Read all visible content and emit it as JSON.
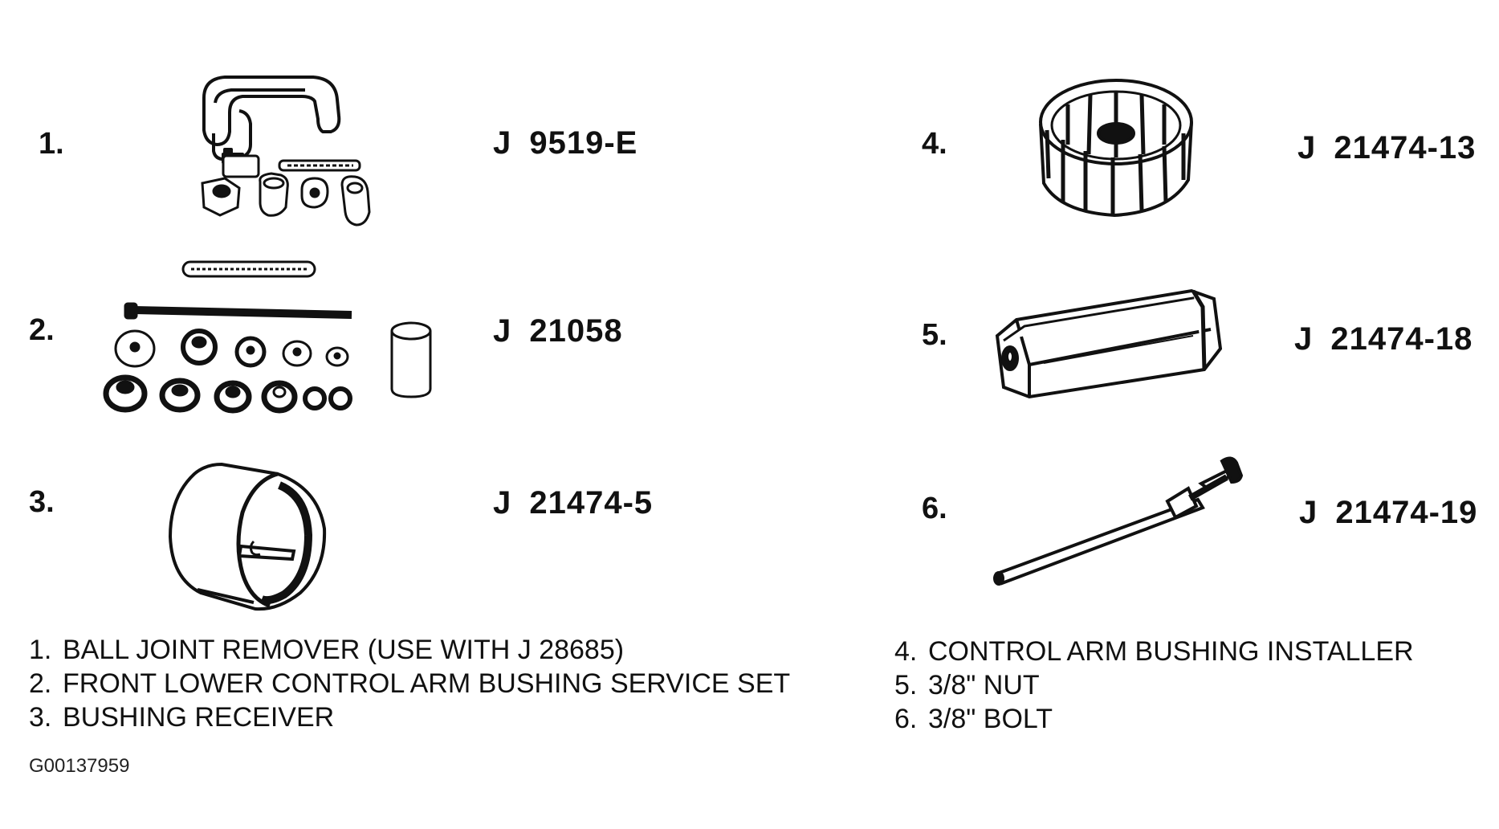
{
  "tools": [
    {
      "number": "1.",
      "part_no": "J 9519-E"
    },
    {
      "number": "2.",
      "part_no": "J 21058"
    },
    {
      "number": "3.",
      "part_no": "J 21474-5"
    },
    {
      "number": "4.",
      "part_no": "J 21474-13"
    },
    {
      "number": "5.",
      "part_no": "J 21474-18"
    },
    {
      "number": "6.",
      "part_no": "J 21474-19"
    }
  ],
  "legend_left": [
    {
      "number": "1.",
      "text": "BALL JOINT REMOVER (USE WITH J 28685)"
    },
    {
      "number": "2.",
      "text": "FRONT LOWER CONTROL ARM BUSHING SERVICE SET"
    },
    {
      "number": "3.",
      "text": "BUSHING RECEIVER"
    }
  ],
  "legend_right": [
    {
      "number": "4.",
      "text": "CONTROL ARM BUSHING INSTALLER"
    },
    {
      "number": "5.",
      "text": "3/8\" NUT"
    },
    {
      "number": "6.",
      "text": "3/8\" BOLT"
    }
  ],
  "figure_id": "G00137959",
  "colors": {
    "ink": "#111111",
    "background": "#ffffff"
  }
}
